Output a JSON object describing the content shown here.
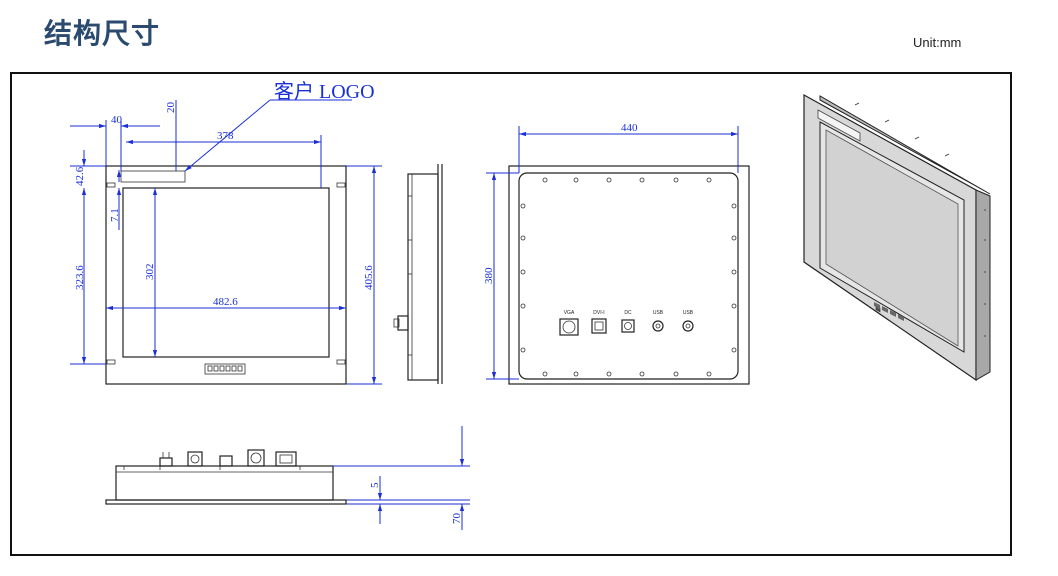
{
  "header": {
    "title": "结构尺寸",
    "unit": "Unit:mm"
  },
  "front_view": {
    "logo_label": "客户 LOGO",
    "dims": {
      "side_margin": "40",
      "logo_offset": "20",
      "screen_width": "378",
      "top_margin": "42.6",
      "top_gap": "7.1",
      "screen_height": "302",
      "hole_spacing": "323.6",
      "overall_width": "482.6",
      "overall_height": "405.6"
    }
  },
  "rear_view": {
    "dims": {
      "width": "440",
      "height": "380"
    },
    "connectors": [
      "VGA",
      "DVI-I",
      "DC",
      "USB",
      "USB"
    ]
  },
  "bottom_view": {
    "dims": {
      "flange": "5",
      "depth": "70"
    }
  }
}
